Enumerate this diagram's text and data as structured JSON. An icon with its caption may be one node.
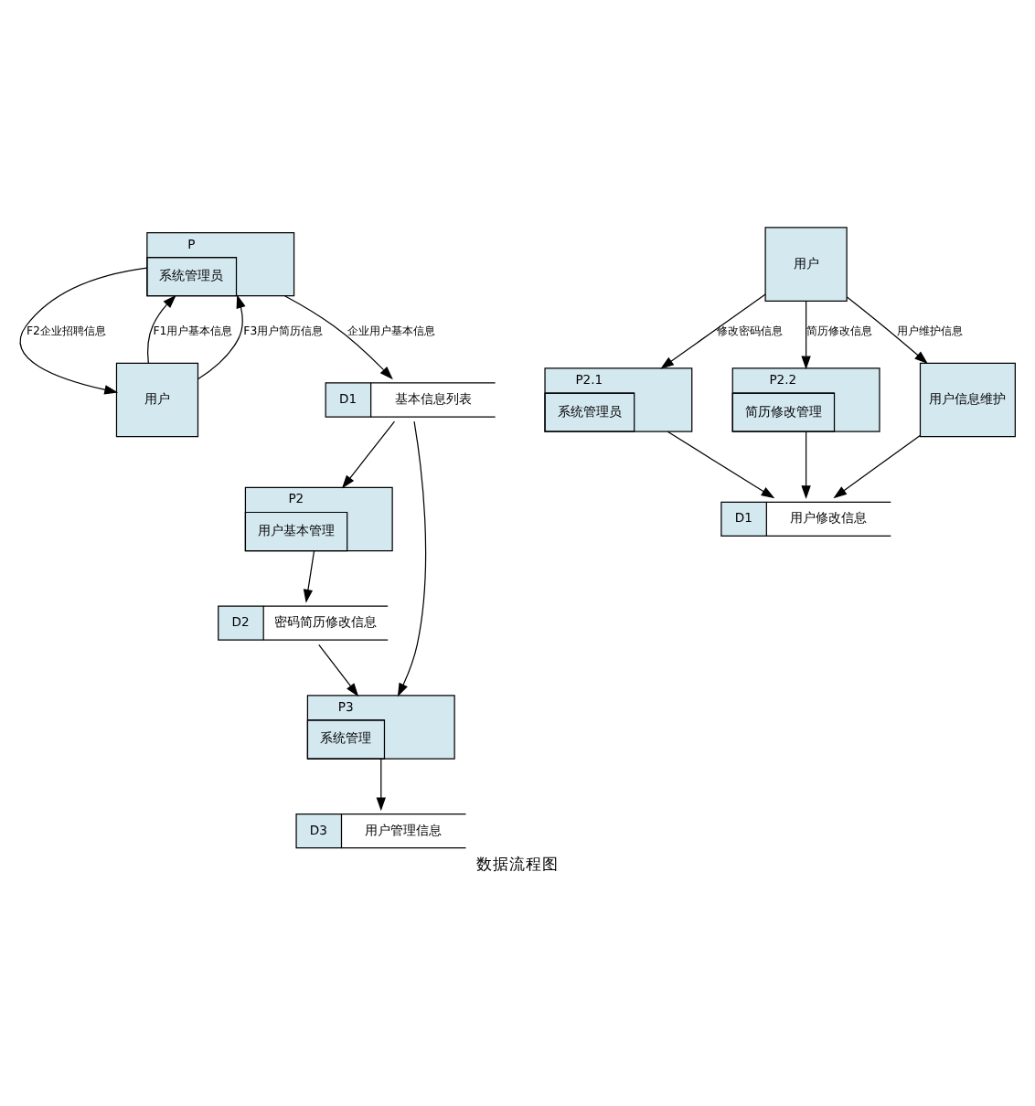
{
  "diagram": {
    "title": "数据流程图",
    "nodes": [
      {
        "text": [
          "D1",
          "基本信息列表"
        ]
      },
      {
        "text": [
          "P2",
          "用户基本管理"
        ]
      },
      {
        "text": [
          "用户"
        ]
      },
      {
        "text": [
          "P",
          "系统管理员"
        ]
      },
      {
        "text": [
          "D2",
          "密码简历修改信息"
        ]
      },
      {
        "text": [
          "D3",
          "用户管理信息"
        ]
      },
      {
        "text": [
          "P3",
          "系统管理"
        ]
      },
      {
        "text": [
          "用户"
        ]
      },
      {
        "text": [
          "P2.1",
          "系统管理员"
        ]
      },
      {
        "text": [
          "P2.2",
          "简历修改管理"
        ]
      },
      {
        "text": [
          "D1",
          "用户修改信息"
        ]
      },
      {
        "text": [
          "用户信息维护"
        ]
      }
    ],
    "edges": [
      {
        "from": 3,
        "to": 0,
        "arrow": "to",
        "label": "企业用户基本信息"
      },
      {
        "from": 0,
        "to": 1,
        "arrow": "to"
      },
      {
        "from": 3,
        "to": 2,
        "arrow": "to",
        "label": "F2企业招聘信息"
      },
      {
        "from": 2,
        "to": 3,
        "arrow": "to",
        "label": "F1用户基本信息"
      },
      {
        "from": 2,
        "to": 3,
        "arrow": "to",
        "label": "F3用户简历信息"
      },
      {
        "from": 1,
        "to": 4,
        "arrow": "to"
      },
      {
        "from": 0,
        "to": 6,
        "arrow": "to"
      },
      {
        "from": 4,
        "to": 6,
        "arrow": "to"
      },
      {
        "from": 6,
        "to": 5,
        "arrow": "to"
      },
      {
        "from": 7,
        "to": 9,
        "arrow": "to",
        "label": "简历修改信息"
      },
      {
        "from": 7,
        "to": 8,
        "arrow": "to",
        "label": "修改密码信息"
      },
      {
        "from": 8,
        "to": 10,
        "arrow": "to"
      },
      {
        "from": 9,
        "to": 10,
        "arrow": "to"
      },
      {
        "from": 11,
        "to": 10,
        "arrow": "to"
      },
      {
        "from": 7,
        "to": 11,
        "arrow": "to",
        "label": "用户维护信息"
      }
    ]
  }
}
